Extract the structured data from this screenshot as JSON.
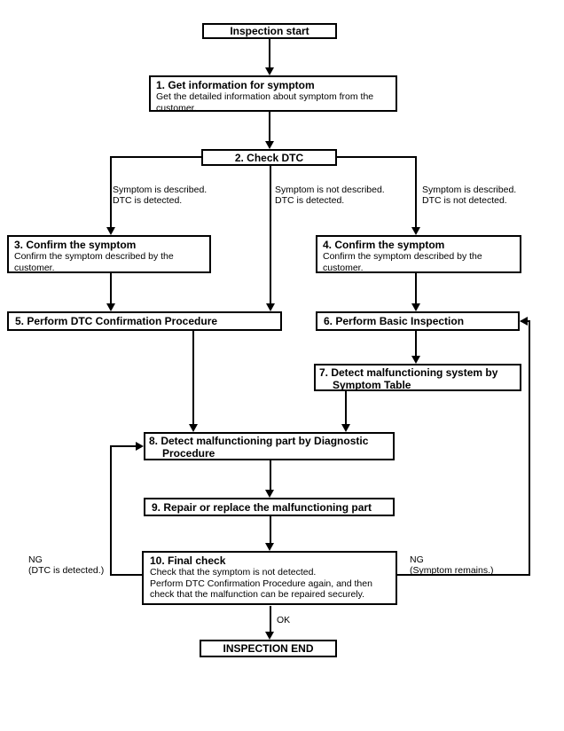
{
  "nodes": {
    "start": {
      "label": "Inspection start"
    },
    "step1": {
      "title": "1. Get information for symptom",
      "body": "Get the detailed information about symptom from the customer."
    },
    "step2": {
      "title": "2. Check DTC"
    },
    "step3": {
      "title": "3. Confirm the symptom",
      "body": "Confirm the symptom described by the customer."
    },
    "step4": {
      "title": "4. Confirm the symptom",
      "body": "Confirm the symptom described by the customer."
    },
    "step5": {
      "title": "5. Perform DTC Confirmation Procedure"
    },
    "step6": {
      "title": "6. Perform Basic Inspection"
    },
    "step7": {
      "title_line1": "7. Detect malfunctioning system by",
      "title_line2": "Symptom Table"
    },
    "step8": {
      "title_line1": "8. Detect malfunctioning part by Diagnostic",
      "title_line2": "Procedure"
    },
    "step9": {
      "title": "9. Repair or replace the malfunctioning part"
    },
    "step10": {
      "title": "10. Final check",
      "body_lines": [
        "Check that the symptom is not detected.",
        "Perform DTC Confirmation Procedure again, and then",
        "check that the malfunction can be repaired securely."
      ]
    },
    "end": {
      "label": "INSPECTION END"
    }
  },
  "branch_labels": {
    "left": [
      "Symptom is described.",
      "DTC is detected."
    ],
    "middle": [
      "Symptom is not described.",
      "DTC is detected."
    ],
    "right": [
      "Symptom is described.",
      "DTC is not detected."
    ]
  },
  "loop_labels": {
    "ng_left": [
      "NG",
      "(DTC is detected.)"
    ],
    "ng_right": [
      "NG",
      "(Symptom remains.)"
    ],
    "ok": "OK"
  },
  "colors": {
    "line": "#000000",
    "box_border": "#000000",
    "background": "#ffffff"
  }
}
